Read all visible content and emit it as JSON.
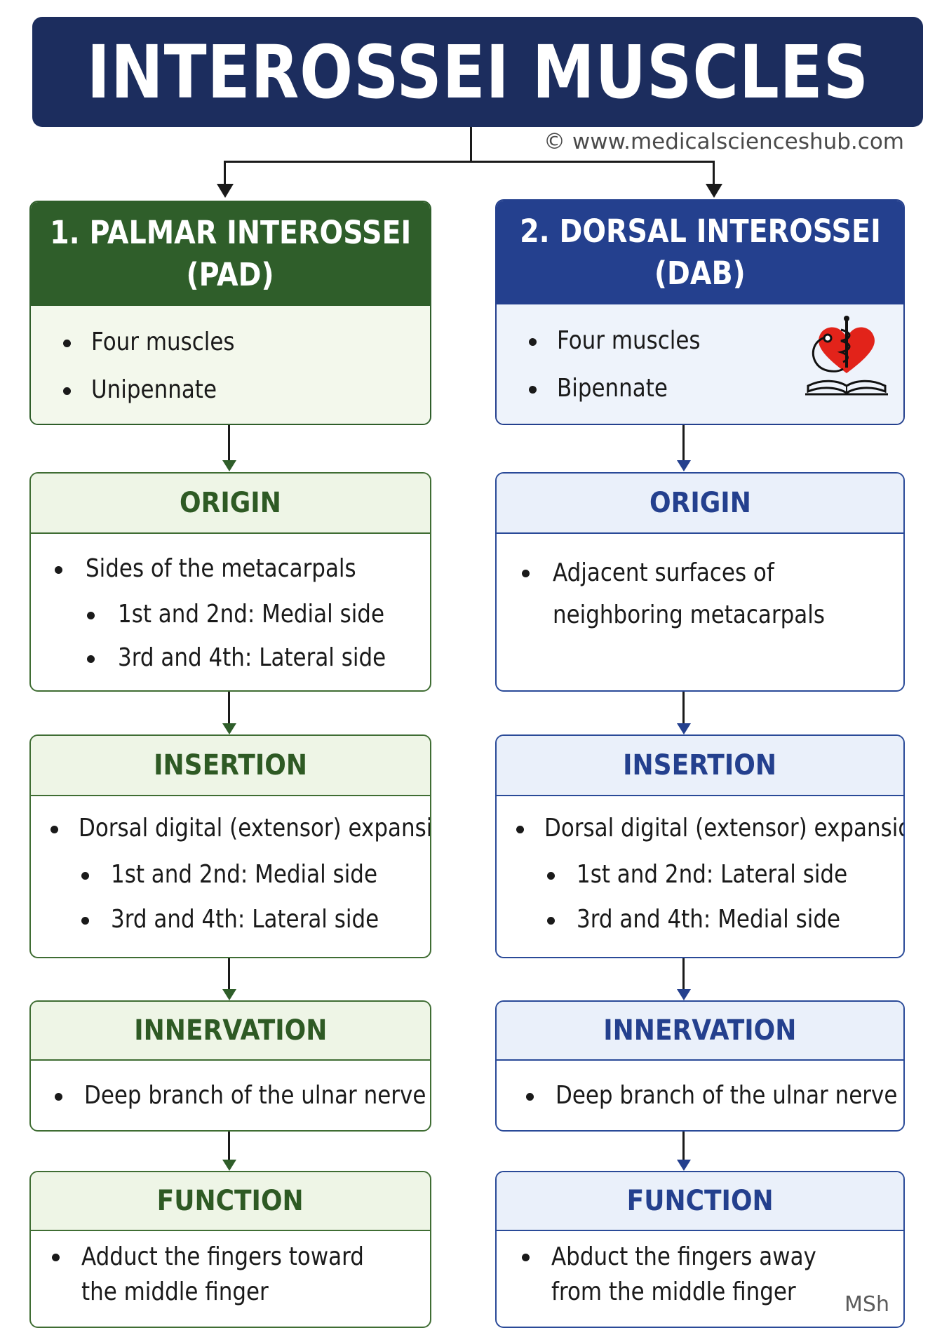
{
  "title": "INTEROSSEI MUSCLES",
  "watermark": "© www.medicalscienceshub.com",
  "signature": "MSh",
  "colors": {
    "title_bg": "#1c2d5e",
    "palmar": "#2f5e2a",
    "dorsal": "#24408e"
  },
  "palmar": {
    "heading_line1": "1. PALMAR INTEROSSEI",
    "heading_line2": "(PAD)",
    "features": [
      "Four muscles",
      "Unipennate"
    ],
    "origin": {
      "label": "ORIGIN",
      "main": "Sides of the metacarpals",
      "sub": [
        "1st and 2nd: Medial side",
        "3rd and 4th: Lateral side"
      ]
    },
    "insertion": {
      "label": "INSERTION",
      "main": "Dorsal digital (extensor) expansion",
      "sub": [
        "1st and 2nd: Medial side",
        "3rd and 4th: Lateral side"
      ]
    },
    "innervation": {
      "label": "INNERVATION",
      "main": "Deep branch of the ulnar nerve"
    },
    "function": {
      "label": "FUNCTION",
      "line1": "Adduct the fingers toward",
      "line2": "the middle finger"
    }
  },
  "dorsal": {
    "heading_line1": "2. DORSAL INTEROSSEI",
    "heading_line2": "(DAB)",
    "features": [
      "Four muscles",
      "Bipennate"
    ],
    "logo_icon": "heart-stethoscope-book-icon",
    "origin": {
      "label": "ORIGIN",
      "line1": "Adjacent surfaces of",
      "line2": "neighboring metacarpals"
    },
    "insertion": {
      "label": "INSERTION",
      "main": "Dorsal digital (extensor) expansion",
      "sub": [
        "1st and 2nd: Lateral side",
        "3rd and 4th: Medial side"
      ]
    },
    "innervation": {
      "label": "INNERVATION",
      "main": "Deep branch of the ulnar nerve"
    },
    "function": {
      "label": "FUNCTION",
      "line1": "Abduct the fingers away",
      "line2": "from the middle finger"
    }
  }
}
